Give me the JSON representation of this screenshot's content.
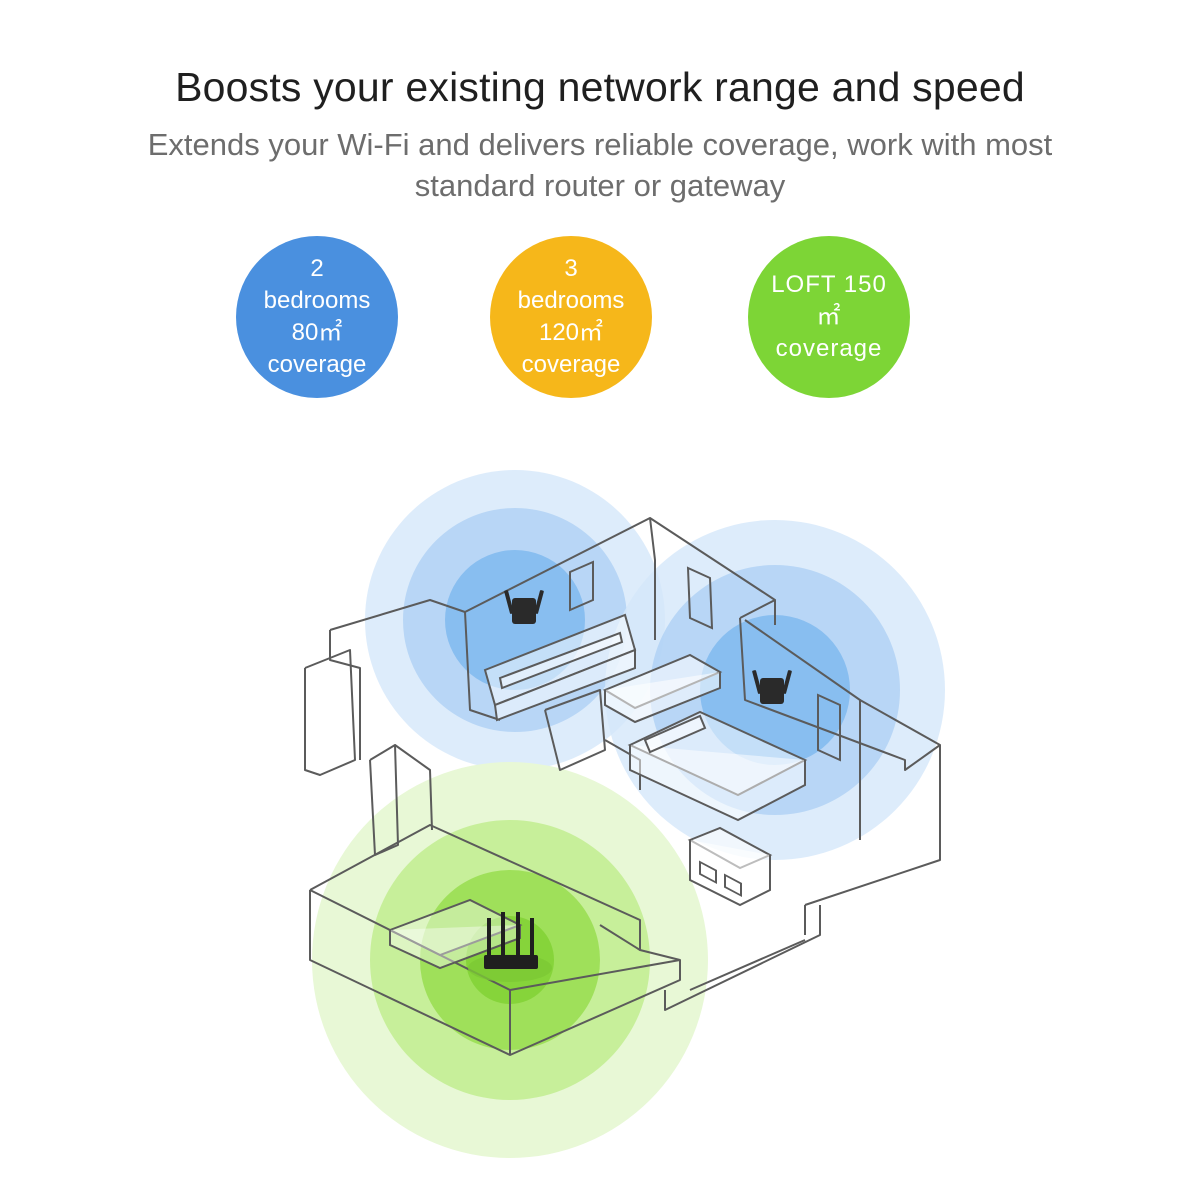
{
  "header": {
    "title": "Boosts your existing network range and speed",
    "subtitle_line1": "Extends your Wi-Fi and delivers reliable coverage, work with most",
    "subtitle_line2": "standard router or gateway"
  },
  "badges": [
    {
      "line1": "2",
      "line2": "bedrooms",
      "line3": "80㎡",
      "line4": "coverage",
      "color": "#4a90df"
    },
    {
      "line1": "3",
      "line2": "bedrooms",
      "line3": "120㎡",
      "line4": "coverage",
      "color": "#f6b71a"
    },
    {
      "line1": "LOFT  150",
      "line2": "㎡",
      "line3": "coverage",
      "color": "#7dd536"
    }
  ],
  "illustration": {
    "router_icon": "router-icon",
    "extender_icon": "wifi-extender-icon",
    "coverage_blue": "#5aa6e8",
    "coverage_green": "#8fdc3c"
  }
}
